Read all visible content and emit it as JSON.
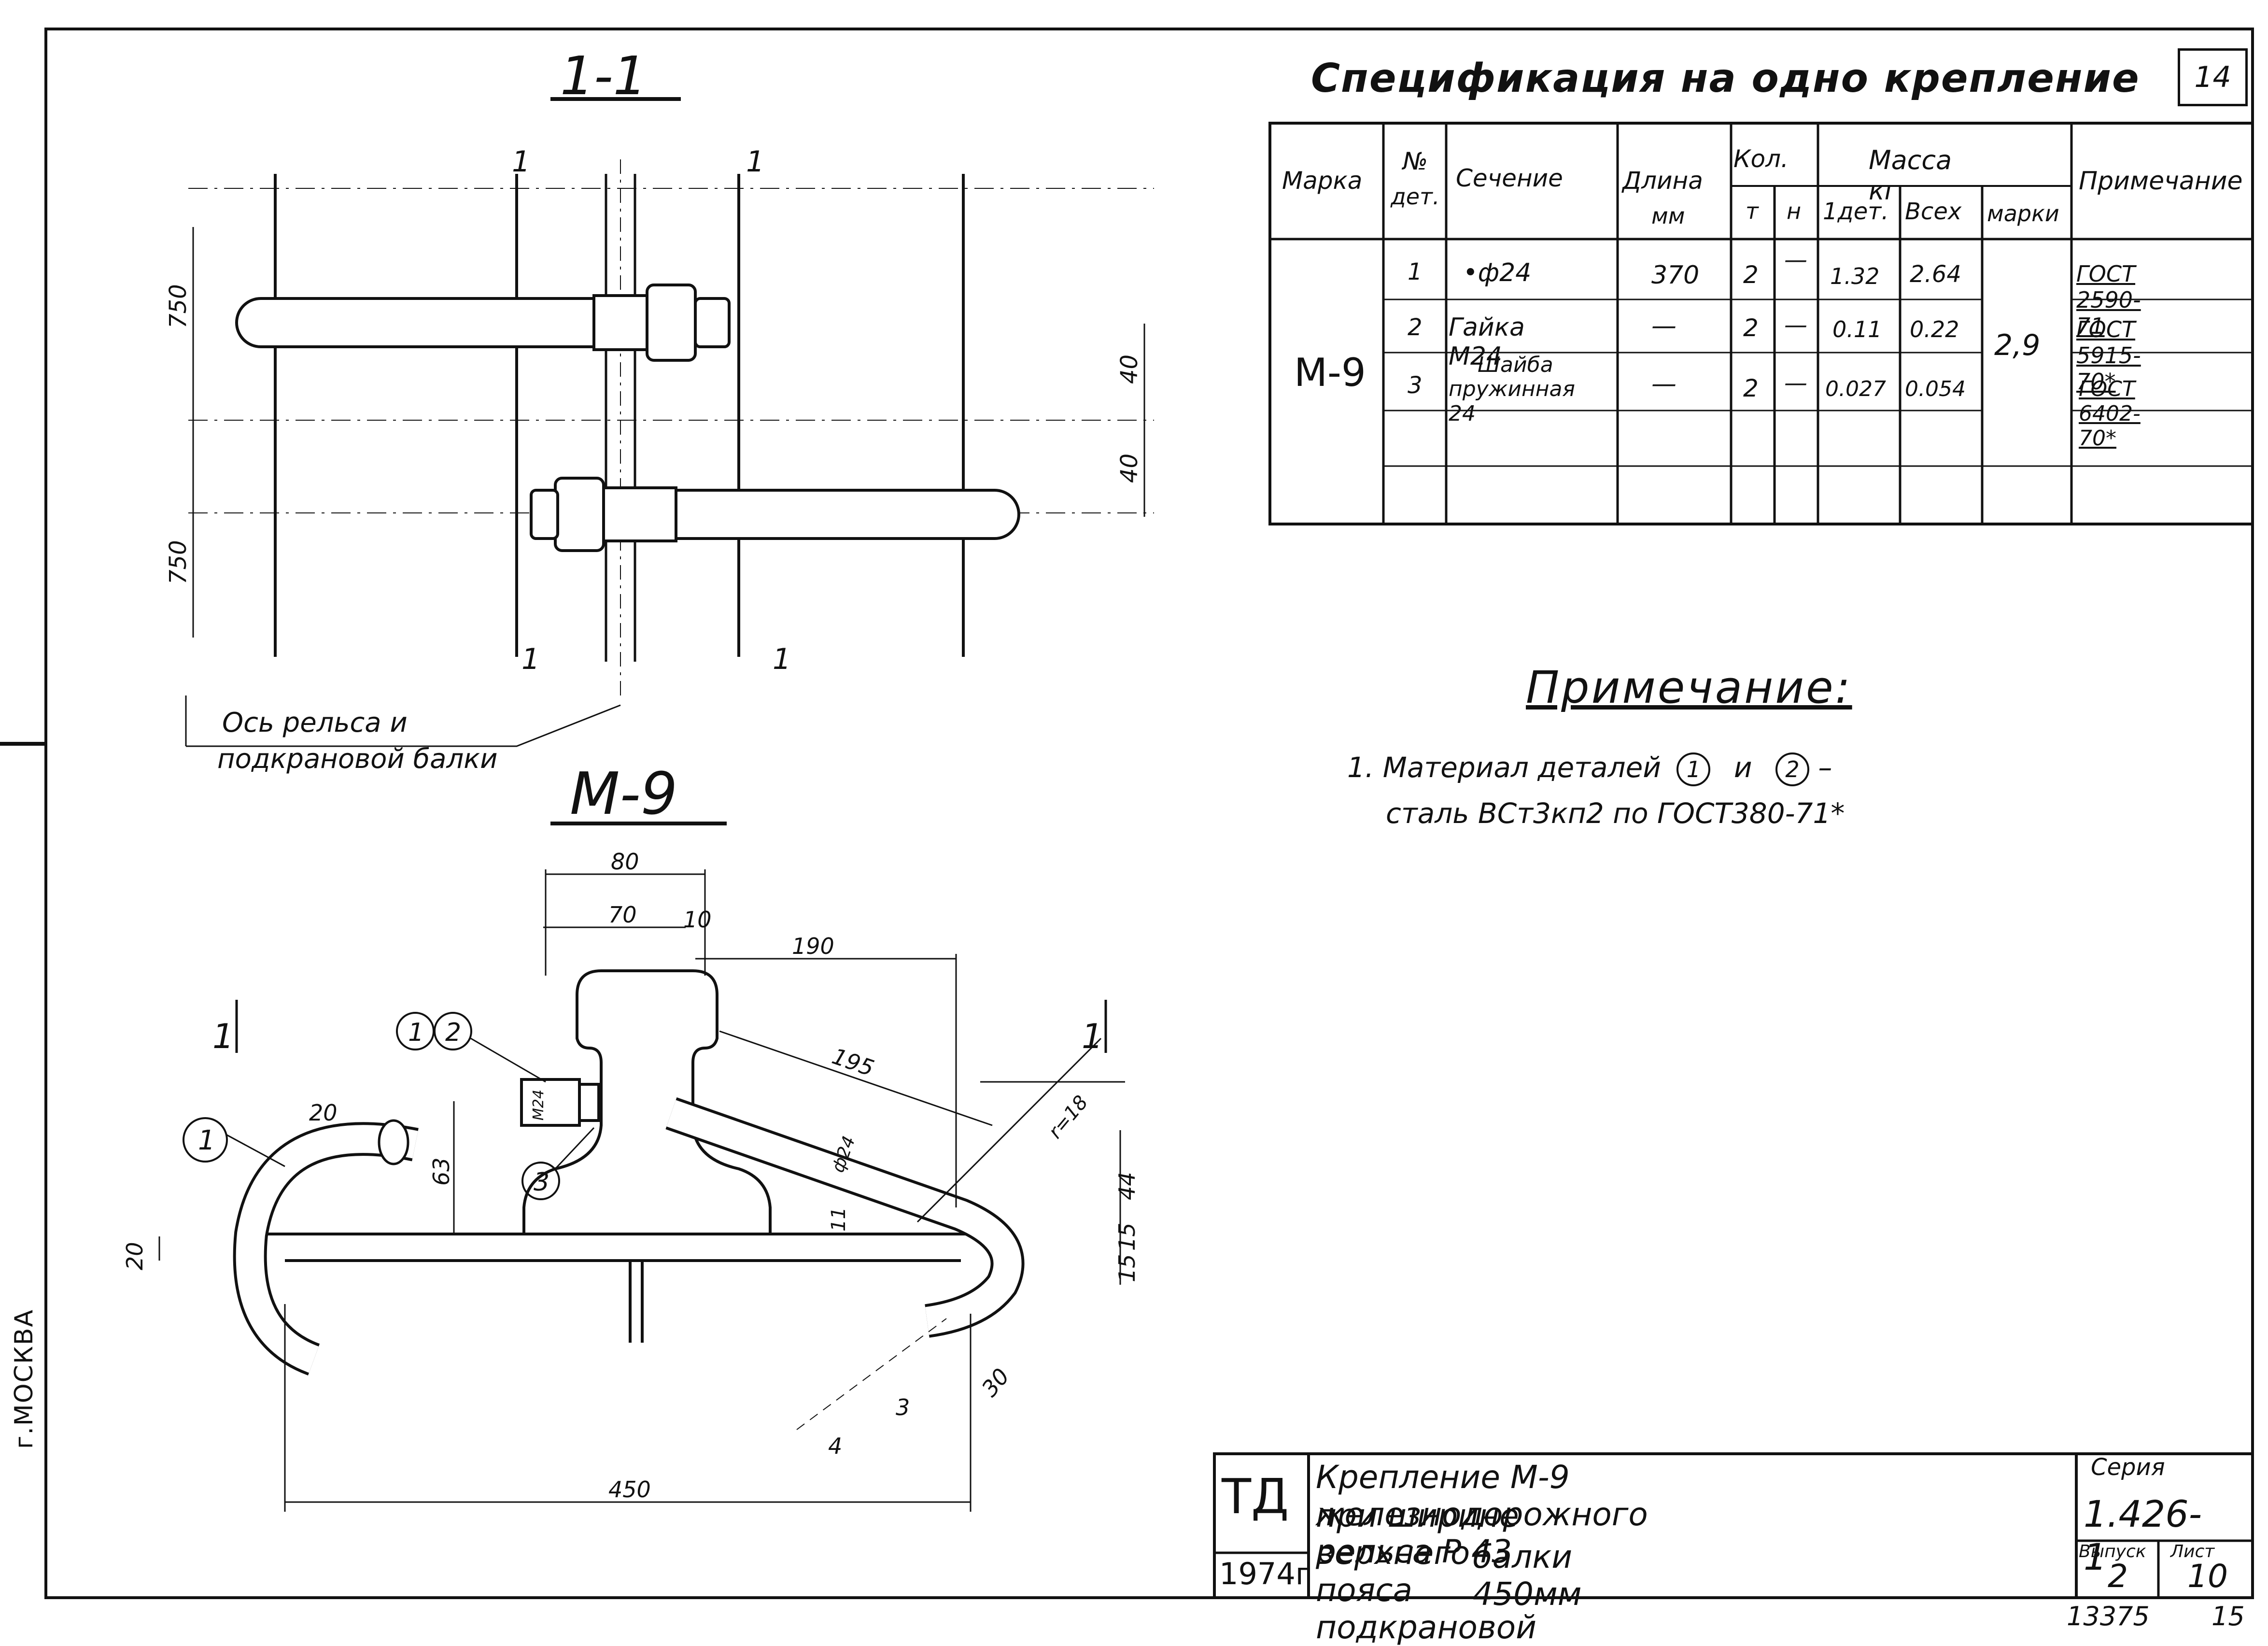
{
  "sheet": {
    "number": "14"
  },
  "section": {
    "title": "1-1",
    "cut_marks": [
      "1",
      "1",
      "1",
      "1"
    ],
    "dims": [
      "750",
      "750",
      "40",
      "40"
    ],
    "axis_note_1": "Ось рельса и",
    "axis_note_2": "подкрановой балки"
  },
  "detail": {
    "title": "М-9",
    "cut_marks": [
      "1",
      "1"
    ],
    "dims": {
      "d80": "80",
      "d70": "70",
      "d10": "10",
      "d190": "190",
      "d195": "195",
      "d20a": "20",
      "d63": "63",
      "d20b": "20",
      "d44": "44",
      "d15a": "15",
      "d15b": "15",
      "d11": "11",
      "d450": "450",
      "d30": "30",
      "radius": "r=18",
      "bolt": "M24",
      "rod": "ф24",
      "slope_3": "3",
      "slope_4": "4"
    },
    "callouts": [
      "1",
      "2",
      "1",
      "3"
    ]
  },
  "spec": {
    "title": "Спецификация на одно крепление",
    "headers": {
      "marka": "Марка",
      "det_no_1": "№",
      "det_no_2": "дет.",
      "section": "Сечение",
      "length_1": "Длина",
      "length_2": "мм",
      "qty": "Кол.",
      "qty_t": "т",
      "qty_n": "н",
      "mass": "Масса кг",
      "mass_1": "1дет.",
      "mass_all": "Всех",
      "mass_marka": "марки",
      "note": "Примечание"
    },
    "marka_value": "М-9",
    "marka_mass": "2,9",
    "rows": [
      {
        "no": "1",
        "section": "•ф24",
        "length": "370",
        "t": "2",
        "n": "—",
        "m1": "1.32",
        "mall": "2.64",
        "note": "ГОСТ 2590-71"
      },
      {
        "no": "2",
        "section": "Гайка М24",
        "length": "—",
        "t": "2",
        "n": "—",
        "m1": "0.11",
        "mall": "0.22",
        "note": "ГОСТ 5915-70*"
      },
      {
        "no": "3",
        "section_1": "Шайба",
        "section_2": "пружинная 24",
        "length": "—",
        "t": "2",
        "n": "—",
        "m1": "0.027",
        "mall": "0.054",
        "note": "ГОСТ 6402-70*"
      }
    ]
  },
  "notes": {
    "heading": "Примечание:",
    "line_1": "1. Материал деталей",
    "ref_1": "1",
    "conj": "и",
    "ref_2": "2",
    "dash": "–",
    "line_2": "сталь ВСт3кп2 по ГОСТ380-71*"
  },
  "title_block": {
    "org": "ТД",
    "year": "1974г",
    "title_1": "Крепление М-9 железнодорожного рельса Р 43",
    "title_2": "при ширине верхнего пояса подкрановой",
    "title_3": "балки 450мм",
    "series_label": "Серия",
    "series_value": "1.426-1",
    "issue_label": "Выпуск",
    "issue_value": "2",
    "sheet_label": "Лист",
    "sheet_value": "10"
  },
  "side_text": "г.МОСКВА",
  "footer": {
    "code": "13375",
    "page": "15"
  }
}
